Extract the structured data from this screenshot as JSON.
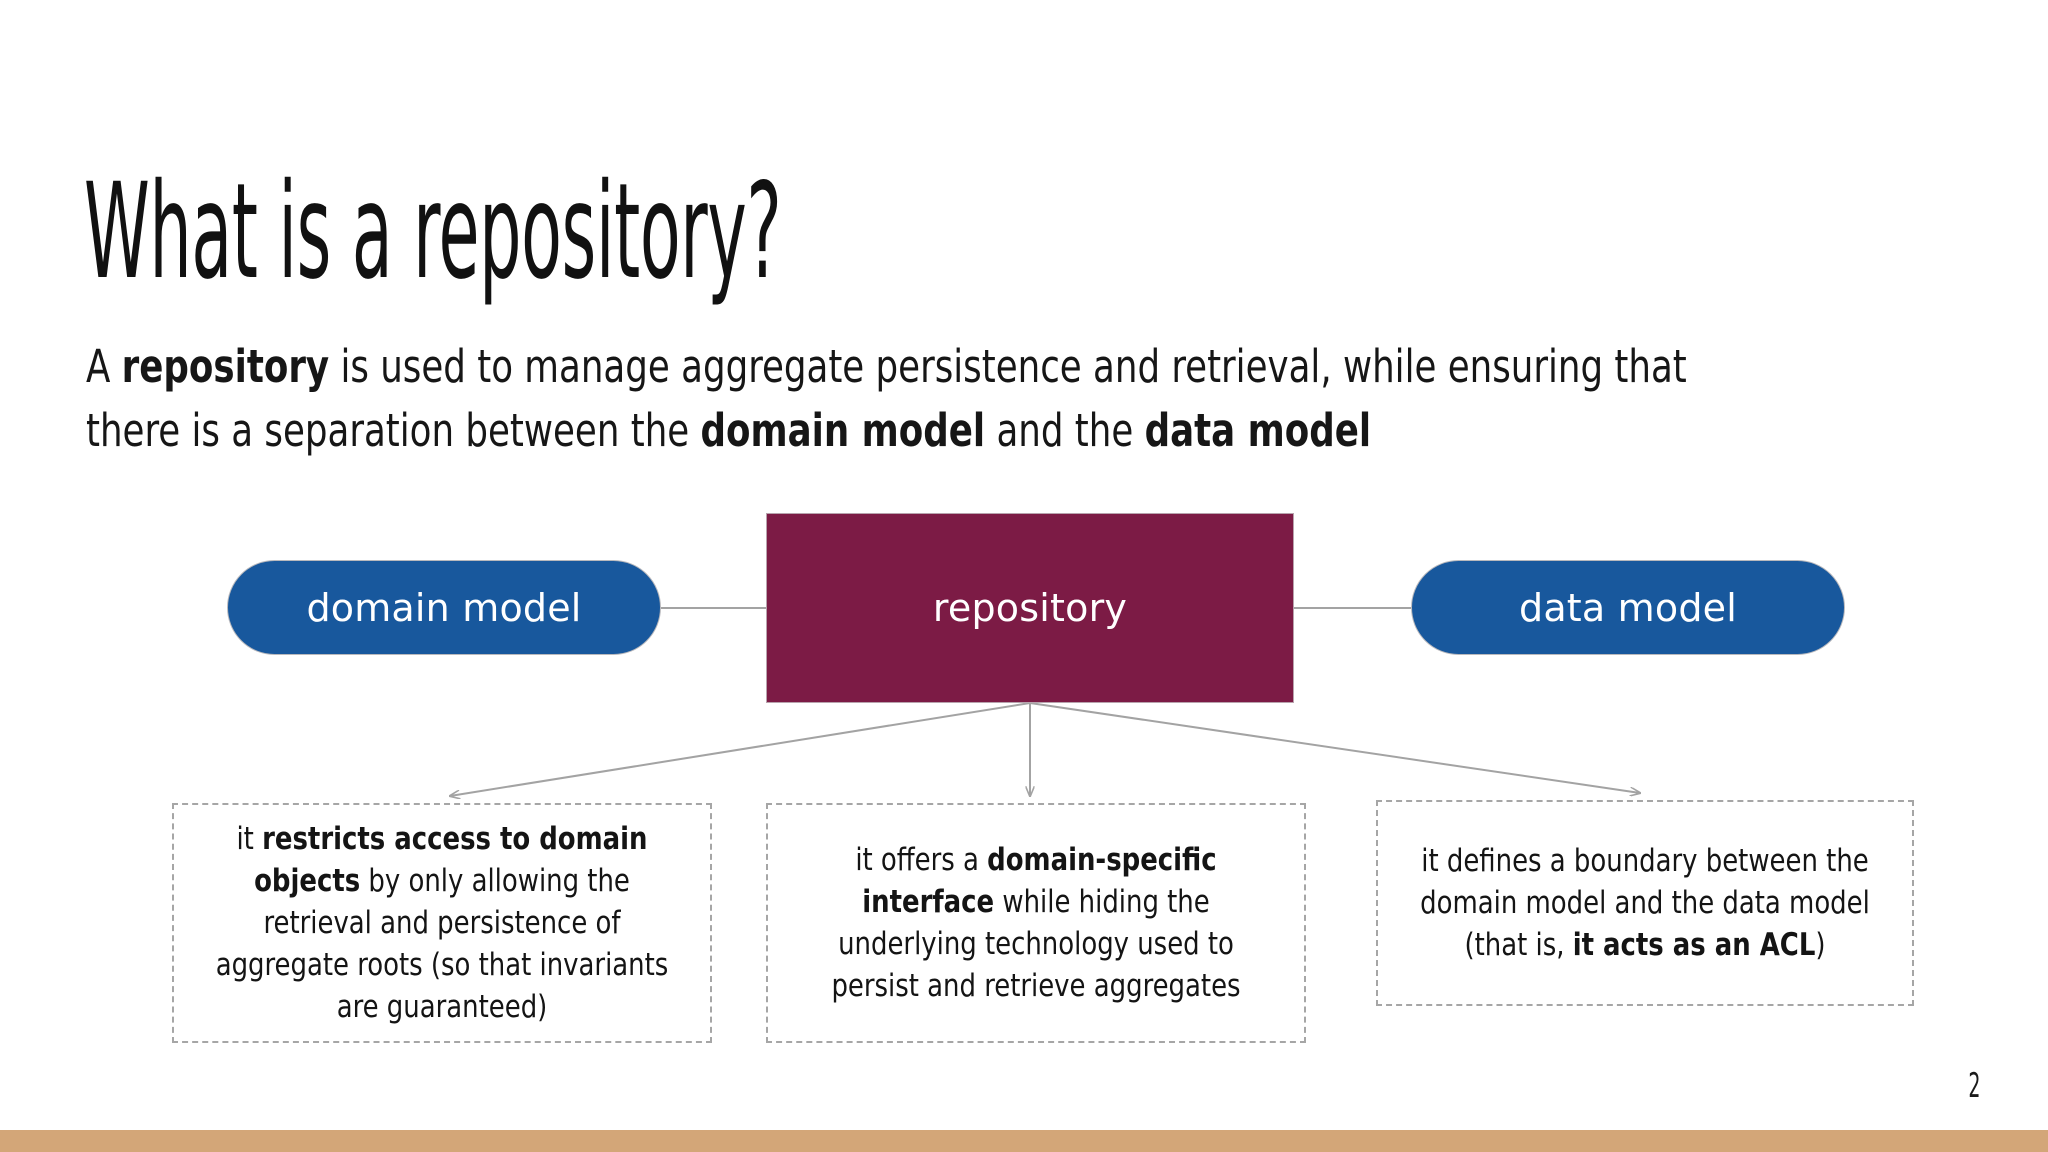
{
  "slide": {
    "title": "What is a repository?",
    "page_number": "2",
    "accent_bar_color": "#D3A678",
    "background_color": "#ffffff"
  },
  "lead_paragraph": {
    "segments": [
      {
        "text": "A ",
        "bold": false
      },
      {
        "text": "repository",
        "bold": true
      },
      {
        "text": " is used to manage aggregate persistence and retrieval, while ensuring that there is a separation between the ",
        "bold": false
      },
      {
        "text": "domain model",
        "bold": true
      },
      {
        "text": " and the ",
        "bold": false
      },
      {
        "text": "data model",
        "bold": true
      }
    ]
  },
  "diagram": {
    "nodes": [
      {
        "id": "domain-model",
        "label": "domain model",
        "shape": "pill",
        "fill": "#18589D",
        "text_color": "#ffffff"
      },
      {
        "id": "repository",
        "label": "repository",
        "shape": "rectangle",
        "fill": "#7C1B45",
        "text_color": "#ffffff"
      },
      {
        "id": "data-model",
        "label": "data model",
        "shape": "pill",
        "fill": "#18589D",
        "text_color": "#ffffff"
      }
    ],
    "connector_color": "#a3a3a3",
    "detail_boxes": [
      {
        "id": "detail-1",
        "segments": [
          {
            "text": "it ",
            "bold": false
          },
          {
            "text": "restricts access to domain objects",
            "bold": true
          },
          {
            "text": " by only allowing the retrieval and persistence of aggregate roots (so that invariants are guaranteed)",
            "bold": false
          }
        ]
      },
      {
        "id": "detail-2",
        "segments": [
          {
            "text": "it offers a ",
            "bold": false
          },
          {
            "text": "domain-specific interface",
            "bold": true
          },
          {
            "text": " while hiding the underlying technology used to persist and retrieve aggregates",
            "bold": false
          }
        ]
      },
      {
        "id": "detail-3",
        "segments": [
          {
            "text": "it defines a boundary between the domain model and the data model (that is, ",
            "bold": false
          },
          {
            "text": "it acts as an ACL",
            "bold": true
          },
          {
            "text": ")",
            "bold": false
          }
        ]
      }
    ]
  }
}
